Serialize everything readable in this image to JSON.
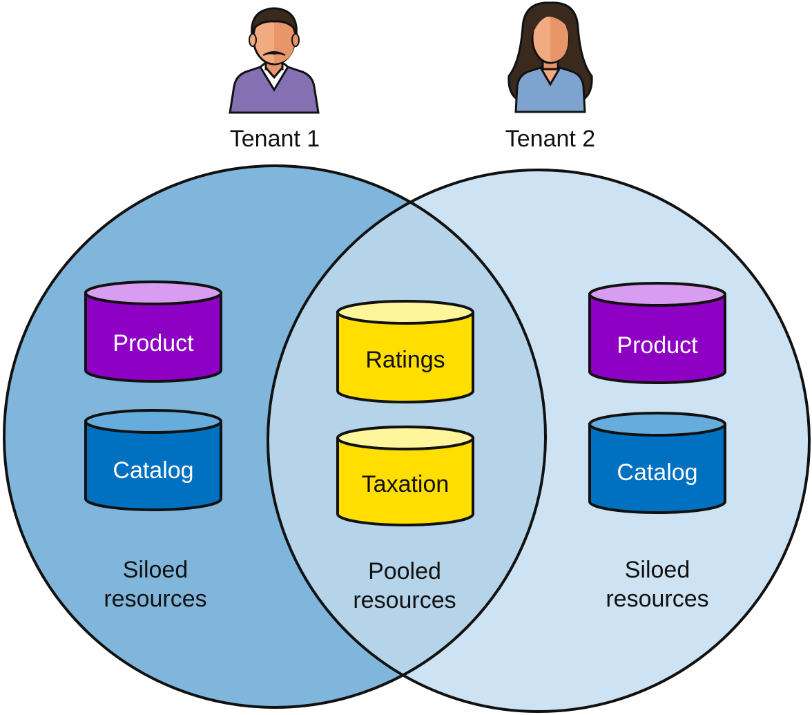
{
  "tenants": [
    {
      "label": "Tenant 1",
      "avatar_icon": "man-avatar-icon",
      "shirt_color": "#8570b4",
      "hair_color": "#3a2a1e"
    },
    {
      "label": "Tenant 2",
      "avatar_icon": "woman-avatar-icon",
      "shirt_color": "#7fa3cf",
      "hair_color": "#3a2a1e"
    }
  ],
  "regions": {
    "left": {
      "line1": "Siloed",
      "line2": "resources",
      "color": "#80b6dc"
    },
    "overlap": {
      "line1": "Pooled",
      "line2": "resources",
      "color": "#b5d4ea"
    },
    "right": {
      "line1": "Siloed",
      "line2": "resources",
      "color": "#cde2f2"
    }
  },
  "databases": {
    "left_product": {
      "label": "Product",
      "icon": "database-icon",
      "body_color": "#8d00c4",
      "top_color": "#d89cf0",
      "text_color": "#ffffff"
    },
    "left_catalog": {
      "label": "Catalog",
      "icon": "database-icon",
      "body_color": "#0070c0",
      "top_color": "#66acdc",
      "text_color": "#ffffff"
    },
    "ratings": {
      "label": "Ratings",
      "icon": "database-icon",
      "body_color": "#ffde00",
      "top_color": "#fff59a",
      "text_color": "#111111"
    },
    "taxation": {
      "label": "Taxation",
      "icon": "database-icon",
      "body_color": "#ffde00",
      "top_color": "#fff59a",
      "text_color": "#111111"
    },
    "right_product": {
      "label": "Product",
      "icon": "database-icon",
      "body_color": "#8d00c4",
      "top_color": "#d89cf0",
      "text_color": "#ffffff"
    },
    "right_catalog": {
      "label": "Catalog",
      "icon": "database-icon",
      "body_color": "#0070c0",
      "top_color": "#66acdc",
      "text_color": "#ffffff"
    }
  }
}
